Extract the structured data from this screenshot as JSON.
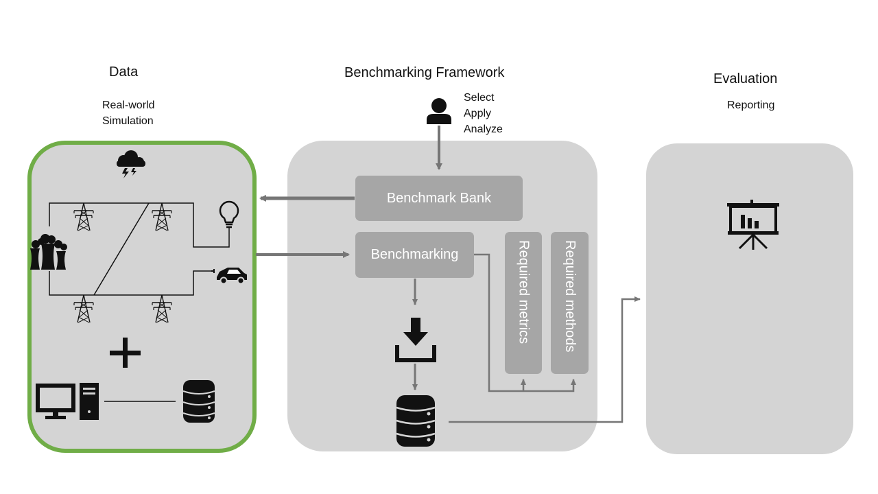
{
  "data_column": {
    "heading": "Data",
    "sources": [
      "Real-world",
      "Simulation"
    ]
  },
  "framework_column": {
    "heading": "Benchmarking Framework",
    "user_actions": [
      "Select",
      "Apply",
      "Analyze"
    ],
    "benchmark_bank_label": "Benchmark Bank",
    "benchmarking_label": "Benchmarking",
    "required_metrics_label": "Required metrics",
    "required_methods_label": "Required methods"
  },
  "evaluation_column": {
    "heading": "Evaluation",
    "subheading": "Reporting"
  },
  "colors": {
    "panel": "#d4d4d4",
    "box": "#a6a6a6",
    "arrow": "#767676",
    "data_border": "#70ad47",
    "icon": "#111111"
  },
  "icons": [
    "storm-cloud-icon",
    "transmission-tower-icon",
    "power-plant-icon",
    "light-bulb-icon",
    "electric-car-icon",
    "plus-icon",
    "desktop-computer-icon",
    "database-icon",
    "user-icon",
    "download-icon",
    "presentation-chart-icon"
  ]
}
